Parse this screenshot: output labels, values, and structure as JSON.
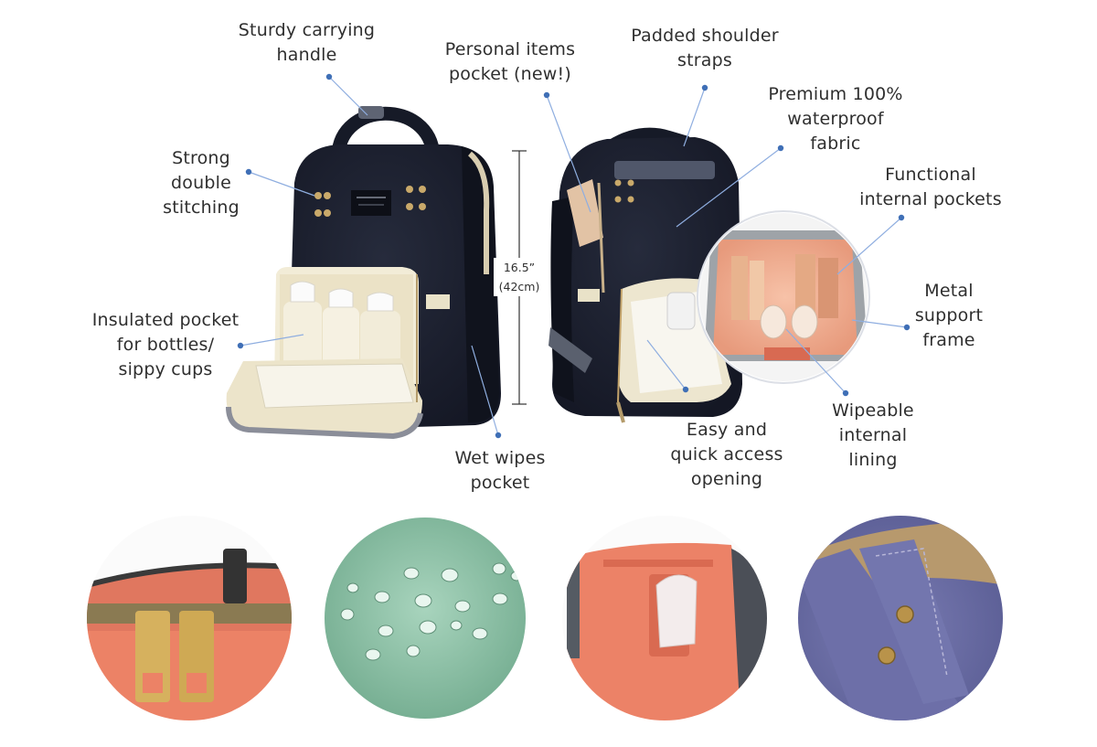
{
  "labels": {
    "handle": "Sturdy carrying\nhandle",
    "stitching": "Strong\ndouble\nstitching",
    "insulated": "Insulated pocket\nfor bottles/\nsippy cups",
    "wipes": "Wet wipes\npocket",
    "personal": "Personal items\npocket (new!)",
    "straps": "Padded shoulder\nstraps",
    "waterproof": "Premium 100%\nwaterproof\nfabric",
    "internal_pockets": "Functional\ninternal pockets",
    "frame": "Metal\nsupport\nframe",
    "access": "Easy and\nquick access\nopening",
    "lining": "Wipeable\ninternal\nlining"
  },
  "dimension": "16.5”\n(42cm)",
  "colors": {
    "bag": "#1b1f2e",
    "cream": "#efe7d2",
    "accent_dot": "#3f6fb6",
    "coral": "#e8775e",
    "mint": "#8fc2a8",
    "denim": "#6e6fa6"
  },
  "detail_photos": [
    "zipper-closeup",
    "water-droplets-fabric",
    "tissue-pocket",
    "denim-rivets"
  ]
}
